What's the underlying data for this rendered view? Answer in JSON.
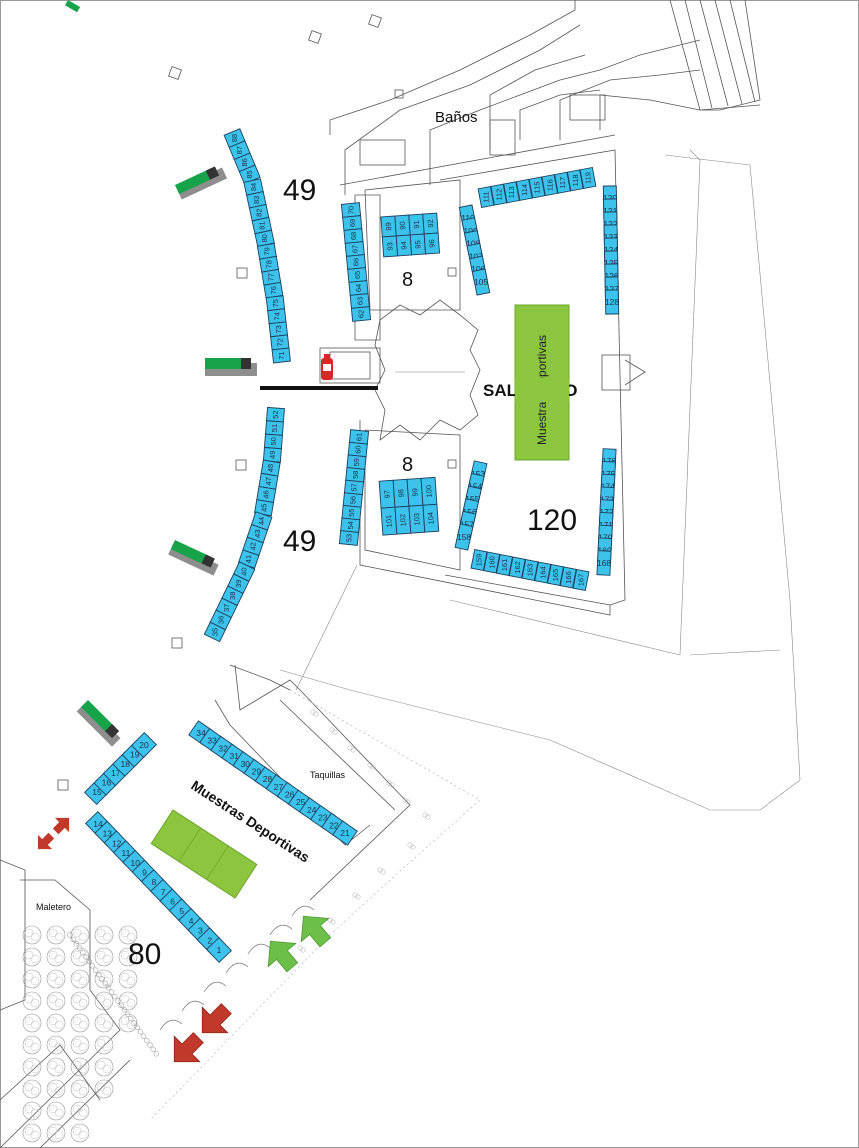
{
  "labels": {
    "banos": "Baños",
    "hall": "SALÓN RIO",
    "taquillas": "Taquillas",
    "maletero": "Maletero",
    "muestras_vertical": "Muestras Deportivas",
    "muestras_diagonal": "Muestras Deportivas"
  },
  "counts": {
    "upper_arc": "49",
    "lower_arc": "49",
    "inner_top": "8",
    "inner_bottom": "8",
    "hall": "120",
    "bottom": "80"
  },
  "booths": {
    "upper_arc": [
      "88",
      "87",
      "86",
      "85",
      "84",
      "83",
      "82",
      "81",
      "80",
      "79",
      "78",
      "77",
      "76",
      "75",
      "74",
      "73",
      "72",
      "71"
    ],
    "upper_column": [
      "70",
      "69",
      "68",
      "67",
      "66",
      "65",
      "64",
      "63",
      "62"
    ],
    "inner_top_grid": [
      "89",
      "90",
      "91",
      "92",
      "93",
      "94",
      "95",
      "96"
    ],
    "lower_column": [
      "61",
      "60",
      "59",
      "58",
      "57",
      "56",
      "55",
      "54",
      "53"
    ],
    "inner_bottom_grid": [
      "97",
      "98",
      "99",
      "100",
      "101",
      "102",
      "103",
      "104"
    ],
    "lower_arc": [
      "52",
      "51",
      "50",
      "49",
      "48",
      "47",
      "46",
      "45",
      "44",
      "43",
      "42",
      "41",
      "40",
      "39",
      "38",
      "37",
      "36",
      "35"
    ],
    "hall_top": [
      "111",
      "112",
      "113",
      "114",
      "115",
      "116",
      "117",
      "118",
      "119"
    ],
    "hall_left_top": [
      "110",
      "109",
      "108",
      "107",
      "106",
      "105"
    ],
    "hall_right_top": [
      "120",
      "121",
      "122",
      "123",
      "124",
      "125",
      "126",
      "127",
      "128"
    ],
    "hall_left_bottom": [
      "153",
      "154",
      "155",
      "156",
      "157",
      "158"
    ],
    "hall_bottom": [
      "159",
      "160",
      "161",
      "162",
      "163",
      "164",
      "165",
      "166",
      "167"
    ],
    "hall_right_bottom": [
      "176",
      "175",
      "174",
      "173",
      "172",
      "171",
      "170",
      "169",
      "168"
    ],
    "bottom_short": [
      "15",
      "16",
      "17",
      "18",
      "19",
      "20"
    ],
    "bottom_long": [
      "14",
      "13",
      "12",
      "11",
      "10",
      "9",
      "8",
      "7",
      "6",
      "5",
      "4",
      "3",
      "2",
      "1"
    ],
    "bottom_diagonal": [
      "34",
      "33",
      "32",
      "31",
      "30",
      "29",
      "28",
      "27",
      "26",
      "25",
      "24",
      "23",
      "22",
      "21"
    ]
  },
  "colors": {
    "booth_fill": "#3dc3eb",
    "booth_stroke": "#1b3f5e",
    "exhibit_green": "#8cc63f",
    "entrance_arrow": "#6cc04a",
    "exit_arrow": "#c0392b",
    "stand_green": "#16a34a",
    "stand_gray": "#8e8e8e"
  },
  "icons": {
    "entrance": "entrance-arrow-icon",
    "exit": "exit-arrow-icon",
    "fire_extinguisher": "fire-extinguisher-icon"
  }
}
